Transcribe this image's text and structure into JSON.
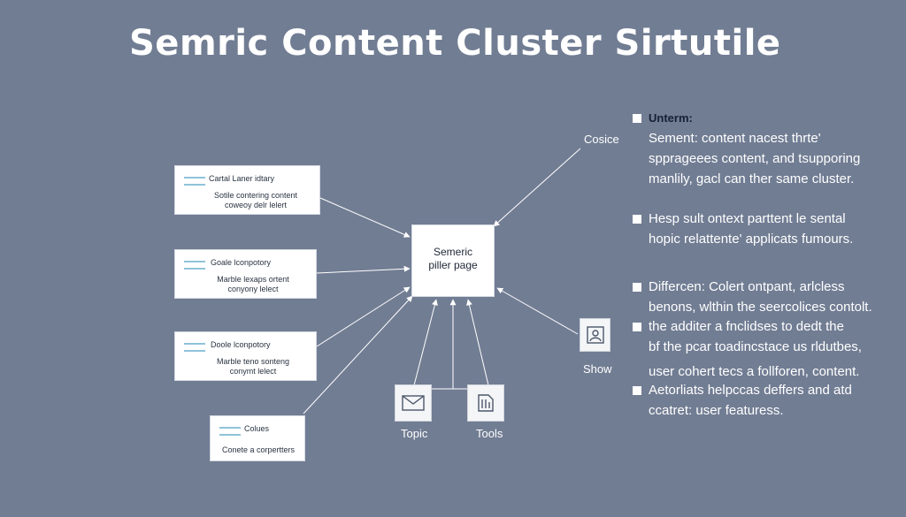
{
  "title": "Semric Content Cluster Sirtutile",
  "pillar": {
    "line1": "Semeric",
    "line2": "piller page"
  },
  "cards": [
    {
      "line1": "Cartal Laner idtary",
      "line2": "Sotile contering content",
      "line3": "coweoy delr lelert"
    },
    {
      "line1": "Goale lconpotory",
      "line2": "Marble lexaps ortent",
      "line3": "conyony lelect"
    },
    {
      "line1": "Doole lconpotory",
      "line2": "Marble teno sonteng",
      "line3": "conymt lelect"
    },
    {
      "line1": "Colues",
      "line2": "Conete a corpertters"
    }
  ],
  "nodes": {
    "cosice": "Cosice",
    "show": "Show",
    "topic": "Topic",
    "tools": "Tools"
  },
  "icons": {
    "show": "image-icon",
    "topic": "envelope-icon",
    "tools": "document-columns-icon"
  },
  "panel": {
    "heading": "Unterm:",
    "items": [
      {
        "lines": [
          "Sement: content nacest thrte'",
          "spprageees content, and tsupporing",
          "manlily, gacl can ther same cluster."
        ]
      },
      {
        "lines": [
          "Hesp sult ontext parttent le sental",
          "hopic relattente' applicats fumours."
        ]
      },
      {
        "lines": [
          "Differcen: Colert ontpant, arlcless",
          "benons, wlthin the seercolices contolt."
        ]
      },
      {
        "lines": [
          "the additer a fnclidses to dedt the",
          "bf the pcar toadincstace us rldutbes,"
        ]
      },
      {
        "lines": [
          "user cohert tecs a follforen, content."
        ]
      },
      {
        "lines": [
          "Aetorliats helpccas deffers and atd",
          "ccatret: user featuress."
        ]
      }
    ]
  },
  "colors": {
    "background": "#717d93",
    "accent_bar": "#8fc3da",
    "text_light": "#ffffff",
    "text_dark": "#152033"
  }
}
